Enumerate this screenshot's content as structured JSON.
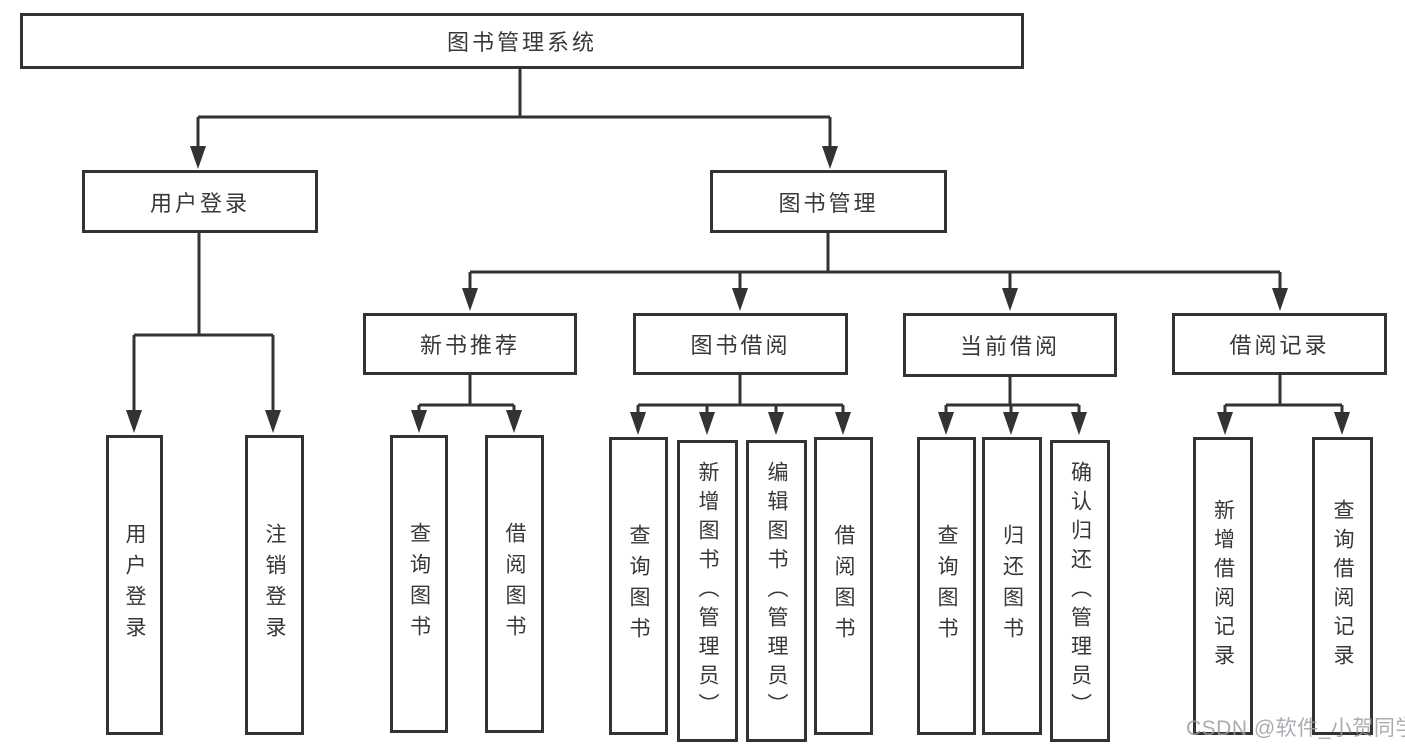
{
  "watermark": "CSDN @软件_小贺同学",
  "colors": {
    "line": "#333333",
    "text": "#383838",
    "box_fill": "#ffffff",
    "background": "#ffffff",
    "watermark": "#9b9ea3"
  },
  "diagram": {
    "root": "图书管理系统",
    "level2": [
      {
        "label": "用户登录",
        "children": [
          {
            "label": "用户登录"
          },
          {
            "label": "注销登录"
          }
        ]
      },
      {
        "label": "图书管理",
        "groups": [
          {
            "label": "新书推荐",
            "children": [
              {
                "label": "查询图书"
              },
              {
                "label": "借阅图书"
              }
            ]
          },
          {
            "label": "图书借阅",
            "children": [
              {
                "label": "查询图书"
              },
              {
                "label": "新增图书（管理员）"
              },
              {
                "label": "编辑图书（管理员）"
              },
              {
                "label": "借阅图书"
              }
            ]
          },
          {
            "label": "当前借阅",
            "children": [
              {
                "label": "查询图书"
              },
              {
                "label": "归还图书"
              },
              {
                "label": "确认归还（管理员）"
              }
            ]
          },
          {
            "label": "借阅记录",
            "children": [
              {
                "label": "新增借阅记录"
              },
              {
                "label": "查询借阅记录"
              }
            ]
          }
        ]
      }
    ]
  }
}
